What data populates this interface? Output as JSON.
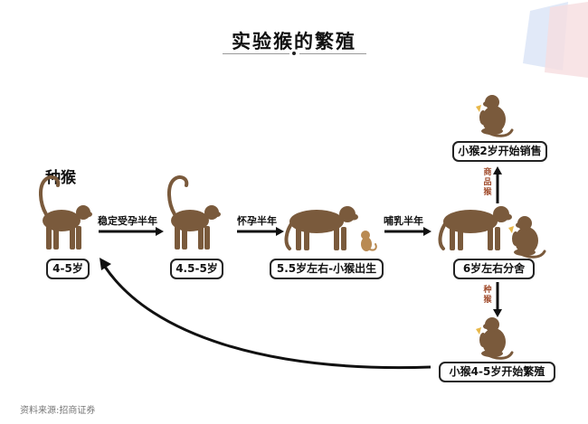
{
  "title": "实验猴的繁殖",
  "breeder_heading": "种猴",
  "stages": [
    {
      "label": "4-5岁"
    },
    {
      "label": "4.5-5岁"
    },
    {
      "label": "5.5岁左右-小猴出生"
    },
    {
      "label": "6岁左右分舍"
    },
    {
      "label": "小猴2岁开始销售"
    },
    {
      "label": "小猴4-5岁开始繁殖"
    }
  ],
  "transitions": [
    {
      "label": "稳定受孕半年"
    },
    {
      "label": "怀孕半年"
    },
    {
      "label": "哺乳半年"
    },
    {
      "label": "商品猴"
    },
    {
      "label": "种猴"
    }
  ],
  "source": "资料来源:招商证券",
  "colors": {
    "monkey": "#7a5a3c",
    "baby": "#b98a52",
    "arrow": "#111111",
    "accent_text": "#a04a2a"
  }
}
